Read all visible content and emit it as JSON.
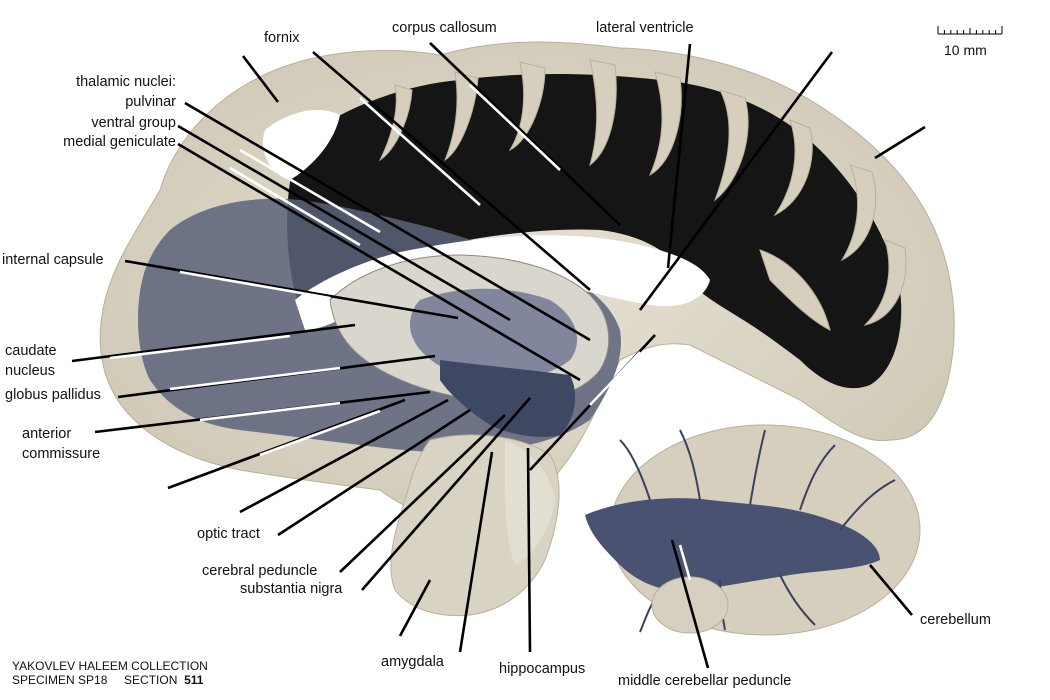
{
  "labels": {
    "fornix": "fornix",
    "corpus_callosum": "corpus callosum",
    "lateral_ventricle": "lateral ventricle",
    "thalamic_nuclei": "thalamic nuclei:",
    "pulvinar": "pulvinar",
    "ventral_group": "ventral group",
    "medial_geniculate": "medial geniculate",
    "internal_capsule": "internal capsule",
    "caudate_nucleus_1": "caudate",
    "caudate_nucleus_2": "nucleus",
    "globus_pallidus": "globus pallidus",
    "anterior_commissure_1": "anterior",
    "anterior_commissure_2": "commissure",
    "optic_tract": "optic tract",
    "cerebral_peduncle": "cerebral peduncle",
    "substantia_nigra": "substantia nigra",
    "amygdala": "amygdala",
    "hippocampus": "hippocampus",
    "middle_cerebellar_peduncle": "middle cerebellar peduncle",
    "cerebellum": "cerebellum"
  },
  "scale_bar": {
    "label": "10 mm"
  },
  "footer": {
    "collection": "YAKOVLEV HALEEM COLLECTION",
    "specimen": "SPECIMEN SP18",
    "section_label": "SECTION",
    "section_number": "511"
  },
  "colors": {
    "gray_matter": "#d8d2c2",
    "white_matter_dark": "#161616",
    "white_matter_blue": "#5b637a",
    "leader_line": "#000000"
  }
}
